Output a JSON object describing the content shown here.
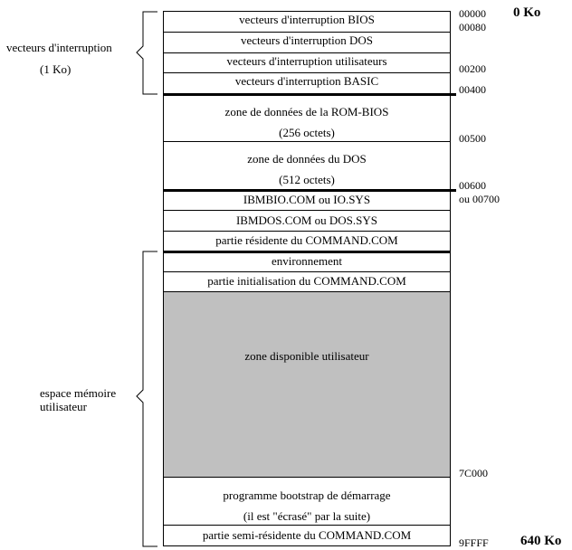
{
  "diagram": {
    "title": "Carte mémoire DOS",
    "colors": {
      "line": "#000000",
      "free_zone": "#c0c0c0",
      "background": "#ffffff"
    },
    "blocks": [
      {
        "label": "vecteurs d'interruption BIOS"
      },
      {
        "label": "vecteurs d'interruption DOS"
      },
      {
        "label": "vecteurs d'interruption utilisateurs"
      },
      {
        "label": "vecteurs d'interruption BASIC"
      },
      {
        "label": "zone de données de la ROM-BIOS",
        "sub": "(256 octets)"
      },
      {
        "label": "zone de données du DOS",
        "sub": "(512 octets)"
      },
      {
        "label": "IBMBIO.COM ou IO.SYS"
      },
      {
        "label": "IBMDOS.COM ou DOS.SYS"
      },
      {
        "label": "partie résidente du COMMAND.COM"
      },
      {
        "label": "environnement"
      },
      {
        "label": "partie initialisation du COMMAND.COM"
      },
      {
        "label": "zone disponible utilisateur",
        "shaded": true
      },
      {
        "label": "programme bootstrap de démarrage",
        "sub": "(il est \"écrasé\" par la suite)"
      },
      {
        "label": "partie semi-résidente du COMMAND.COM"
      }
    ],
    "addresses": [
      {
        "text": "00000"
      },
      {
        "text": "00080"
      },
      {
        "text": "00200"
      },
      {
        "text": "00400"
      },
      {
        "text": "00500"
      },
      {
        "text": "00600"
      },
      {
        "text": "ou 00700"
      },
      {
        "text": "7C000"
      },
      {
        "text": "9FFFF"
      }
    ],
    "size_marks": {
      "top": "0 Ko",
      "bottom": "640 Ko"
    },
    "groups": [
      {
        "label_line1": "vecteurs d'interruption",
        "label_line2": "(1 Ko)"
      },
      {
        "label_line1": "espace mémoire",
        "label_line2": "utilisateur"
      }
    ]
  }
}
